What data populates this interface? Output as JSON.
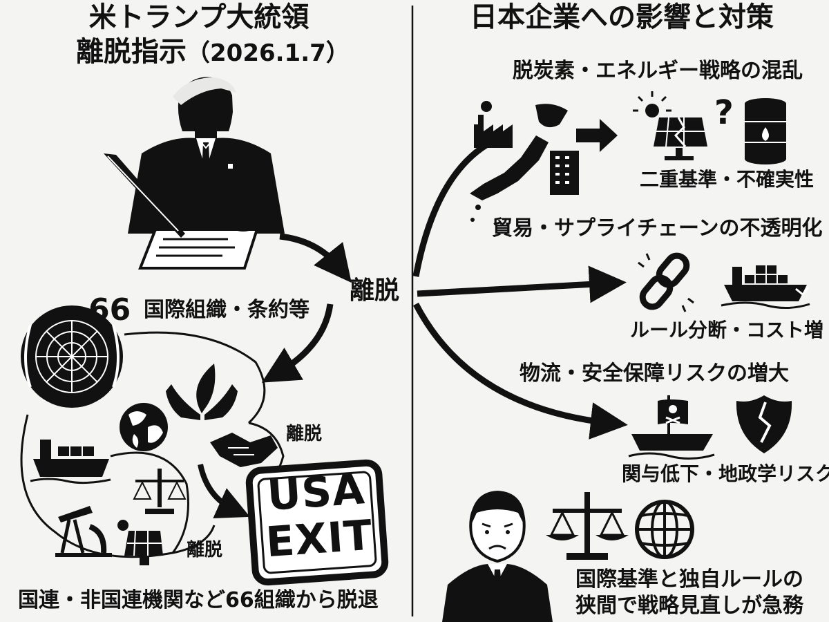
{
  "colors": {
    "ink": "#111111",
    "paper": "#f4f4f2"
  },
  "left_panel": {
    "title_line1": "米トランプ大統領",
    "title_line2": "離脱指示",
    "title_date": "（2026.1.7）",
    "count_badge": "66",
    "orgs_label": "国際組織・条約等",
    "withdraw_label_a": "離脱",
    "withdraw_label_b": "離脱",
    "stamp_line1": "USA",
    "stamp_line2": "EXIT",
    "footer": "国連・非国連機関など66組織から脱退",
    "icons": [
      "president-silhouette-icon",
      "pen-icon",
      "document-icon",
      "un-emblem-icon",
      "globe-icon",
      "hands-leaf-icon",
      "handshake-icon",
      "cargo-ship-icon",
      "scale-icon",
      "oil-pump-icon",
      "solar-panel-icon",
      "usa-exit-stamp-icon"
    ]
  },
  "center": {
    "hub_label": "離脱"
  },
  "right_panel": {
    "title": "日本企業への影響と対策",
    "impact1_title": "脱炭素・エネルギー戦略の混乱",
    "impact1_caption": "二重基準・不確実性",
    "impact2_title": "貿易・サプライチェーンの不透明化",
    "impact2_caption": "ルール分断・コスト増",
    "impact3_title": "物流・安全保障リスクの増大",
    "impact3_caption": "関与低下・地政学リスク",
    "conclusion_line1": "国際基準と独自ルールの",
    "conclusion_line2": "狭間で戦略見直しが急務",
    "icons": [
      "japan-map-icon",
      "factory-icon",
      "office-building-icon",
      "arrow-right-icon",
      "solar-panel-icon",
      "question-mark-icon",
      "oil-barrel-icon",
      "broken-chain-icon",
      "damaged-ship-icon",
      "pirate-ship-icon",
      "broken-shield-icon",
      "worried-businessman-icon",
      "scale-icon",
      "globe-grid-icon"
    ]
  }
}
